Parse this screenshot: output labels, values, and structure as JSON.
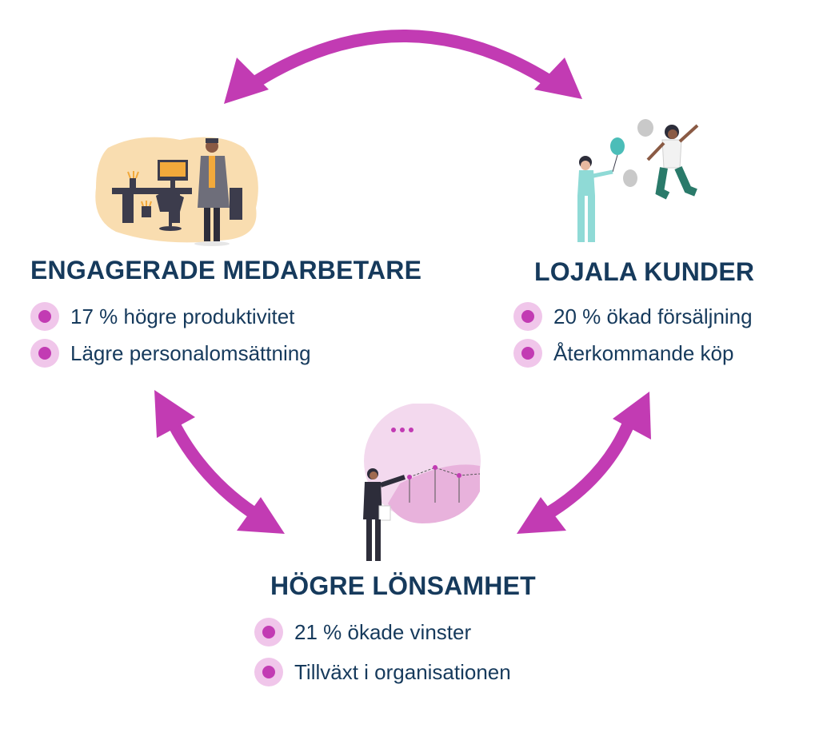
{
  "colors": {
    "arrow": "#c23bb3",
    "title": "#163a5c",
    "bullet_outer": "#f0c6ea",
    "bullet_inner": "#c23bb3"
  },
  "nodes": {
    "engaged": {
      "title": "ENGAGERADE MEDARBETARE",
      "bullets": [
        "17 % högre produktivitet",
        "Lägre personalomsättning"
      ],
      "illustration": "office-worker-illustration"
    },
    "loyal": {
      "title": "LOJALA KUNDER",
      "bullets": [
        "20 % ökad försäljning",
        "Återkommande köp"
      ],
      "illustration": "celebrating-customers-illustration"
    },
    "profit": {
      "title": "HÖGRE LÖNSAMHET",
      "bullets": [
        "21 % ökade vinster",
        "Tillväxt i organisationen"
      ],
      "illustration": "presenter-chart-illustration"
    }
  },
  "connections": [
    {
      "from": "engaged",
      "to": "loyal",
      "bidirectional": true
    },
    {
      "from": "engaged",
      "to": "profit",
      "bidirectional": true
    },
    {
      "from": "loyal",
      "to": "profit",
      "bidirectional": true
    }
  ]
}
